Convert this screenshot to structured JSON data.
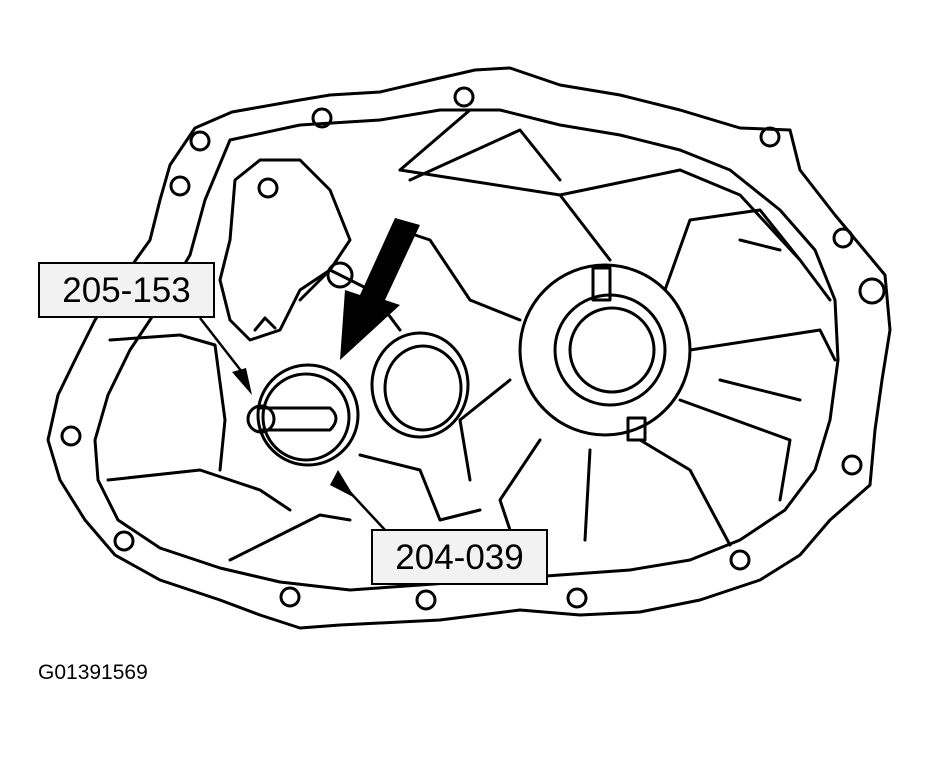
{
  "callouts": {
    "tool_1": "205-153",
    "tool_2": "204-039"
  },
  "figure_id": "G01391569"
}
